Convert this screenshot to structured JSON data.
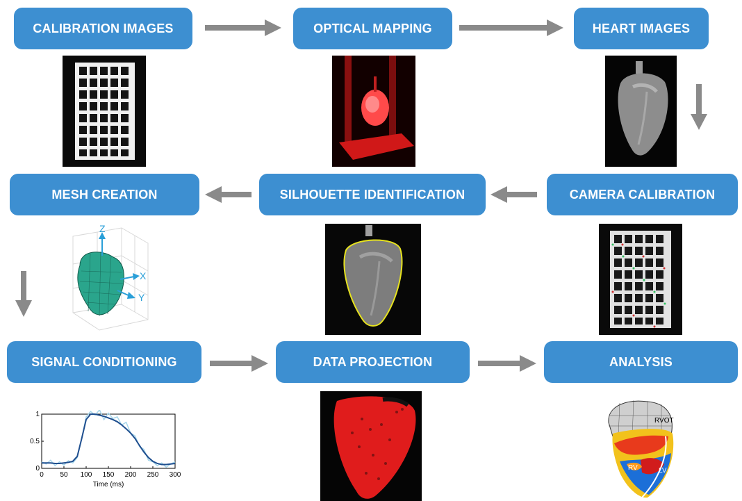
{
  "steps": {
    "calibration_images": "CALIBRATION IMAGES",
    "optical_mapping": "OPTICAL MAPPING",
    "heart_images": "HEART IMAGES",
    "mesh_creation": "MESH CREATION",
    "silhouette_identification": "SILHOUETTE IDENTIFICATION",
    "camera_calibration": "CAMERA CALIBRATION",
    "signal_conditioning": "SIGNAL CONDITIONING",
    "data_projection": "DATA PROJECTION",
    "analysis": "ANALYSIS"
  },
  "mesh_axes": {
    "z": "Z",
    "x": "X",
    "y": "Y"
  },
  "analysis_labels": {
    "rvot": "RVOT",
    "rv": "RV",
    "lv": "LV"
  },
  "colors": {
    "step_fill": "#3d8fd1",
    "arrow": "#8a8a8a",
    "silhouette": "#e6e21e",
    "mesh": "#2aa58c",
    "axis_arrow": "#2a9fd8"
  },
  "chart_data": {
    "type": "line",
    "title": "",
    "xlabel": "Time (ms)",
    "ylabel": "",
    "xlim": [
      0,
      300
    ],
    "ylim": [
      0,
      1
    ],
    "xticks": [
      "0",
      "50",
      "100",
      "150",
      "200",
      "250",
      "300"
    ],
    "yticks": [
      "0",
      "0.5",
      "1"
    ],
    "series": [
      {
        "x": [
          0,
          10,
          20,
          30,
          40,
          50,
          60,
          70,
          80,
          90,
          100,
          110,
          120,
          130,
          140,
          150,
          160,
          170,
          180,
          190,
          200,
          210,
          220,
          230,
          240,
          250,
          260,
          270,
          280,
          290,
          300
        ],
        "values": [
          0.12,
          0.08,
          0.15,
          0.05,
          0.12,
          0.06,
          0.14,
          0.1,
          0.2,
          0.55,
          0.95,
          1.05,
          0.98,
          1.08,
          0.9,
          1.02,
          0.92,
          0.95,
          0.8,
          0.85,
          0.65,
          0.6,
          0.4,
          0.35,
          0.15,
          0.12,
          0.05,
          0.1,
          0.02,
          0.08,
          0.12
        ],
        "color": "#a6d6ea"
      },
      {
        "x": [
          0,
          10,
          20,
          30,
          40,
          50,
          60,
          70,
          80,
          90,
          100,
          110,
          120,
          130,
          140,
          150,
          160,
          170,
          180,
          190,
          200,
          210,
          220,
          230,
          240,
          250,
          260,
          270,
          280,
          290,
          300
        ],
        "values": [
          0.1,
          0.1,
          0.1,
          0.09,
          0.09,
          0.1,
          0.11,
          0.13,
          0.22,
          0.55,
          0.9,
          1.0,
          1.0,
          0.98,
          0.96,
          0.93,
          0.9,
          0.86,
          0.8,
          0.73,
          0.65,
          0.55,
          0.42,
          0.3,
          0.2,
          0.13,
          0.09,
          0.07,
          0.07,
          0.08,
          0.09
        ],
        "color": "#1f4f8f"
      }
    ]
  }
}
